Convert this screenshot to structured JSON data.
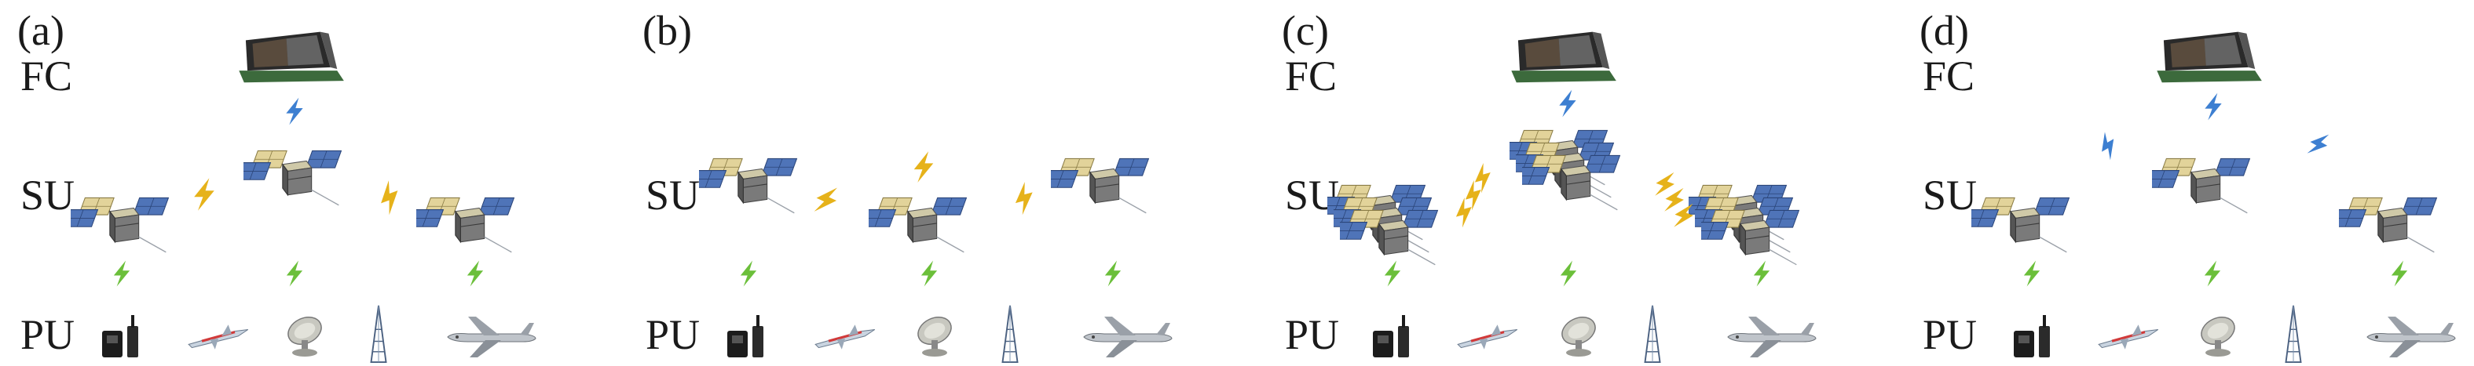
{
  "panels": [
    {
      "id": "a",
      "tag": "(a)",
      "fc": "FC",
      "su": "SU",
      "pu": "PU"
    },
    {
      "id": "b",
      "tag": "(b)",
      "su": "SU",
      "pu": "PU"
    },
    {
      "id": "c",
      "tag": "(c)",
      "fc": "FC",
      "su": "SU",
      "pu": "PU"
    },
    {
      "id": "d",
      "tag": "(d)",
      "fc": "FC",
      "su": "SU",
      "pu": "PU"
    }
  ],
  "colors": {
    "link_fc": "#3d7fd1",
    "link_su": "#e6b21a",
    "link_pu": "#6bbf3a",
    "satellite_panel": "#4f74b8",
    "satellite_gold": "#d8c98a",
    "satellite_body": "#6a6a6a",
    "station_dark": "#2a2a2a",
    "station_green": "#3c6a3c"
  },
  "icons": [
    "fusion-center-icon",
    "satellite-icon",
    "lightning-link-icon",
    "radio-icon",
    "missile-icon",
    "dish-antenna-icon",
    "tower-icon",
    "airplane-icon"
  ]
}
